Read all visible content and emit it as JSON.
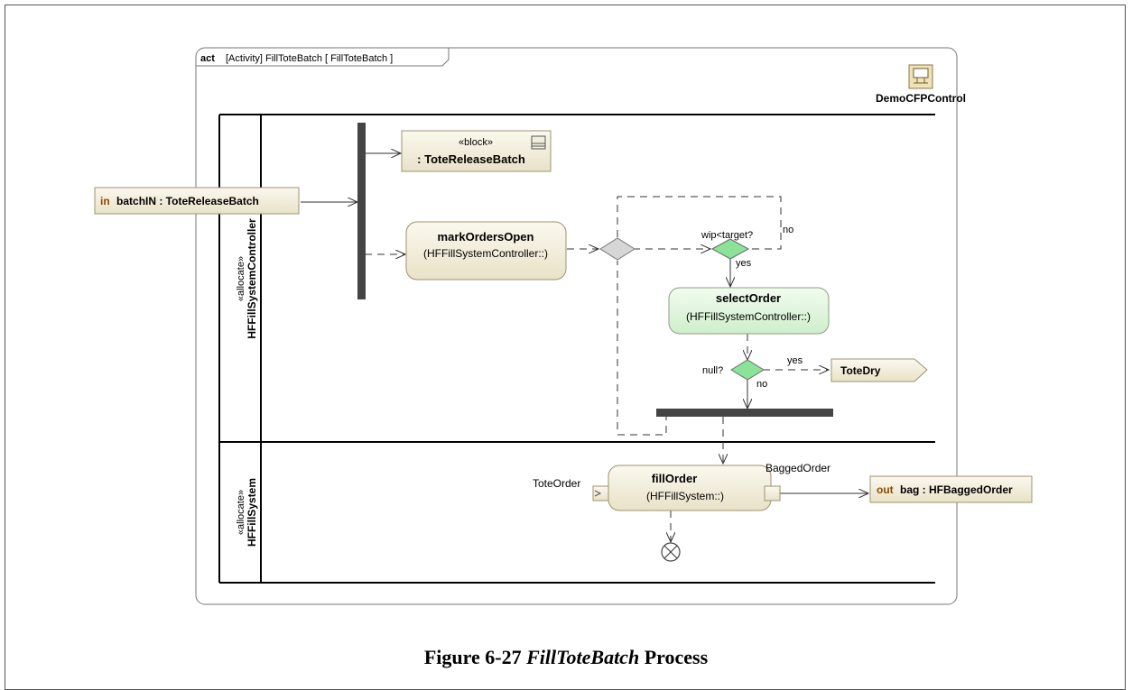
{
  "frame": {
    "keyword": "act",
    "header_rest": "[Activity] FillToteBatch [ FillToteBatch ]",
    "context_label": "DemoCFPControl"
  },
  "partitions": [
    {
      "stereotype": "«allocate»",
      "name": "HFFillSystemController"
    },
    {
      "stereotype": "«allocate»",
      "name": "HFFillSystem"
    }
  ],
  "pins": {
    "batch_in": {
      "direction": "in",
      "label": "batchIN : ToteReleaseBatch"
    },
    "bag_out": {
      "direction": "out",
      "label": "bag : HFBaggedOrder"
    }
  },
  "nodes": {
    "tote_release_batch": {
      "stereotype": "«block»",
      "name": ": ToteReleaseBatch"
    },
    "mark_orders_open": {
      "name": "markOrdersOpen",
      "owner": "(HFFillSystemController::)"
    },
    "select_order": {
      "name": "selectOrder",
      "owner": "(HFFillSystemController::)"
    },
    "fill_order": {
      "name": "fillOrder",
      "owner": "(HFFillSystem::)"
    },
    "tote_dry": {
      "name": "ToteDry"
    }
  },
  "guards": {
    "wip_target": "wip<target?",
    "no_1": "no",
    "yes_1": "yes",
    "null_q": "null?",
    "yes_2": "yes",
    "no_2": "no"
  },
  "pin_labels": {
    "tote_order": "ToteOrder",
    "bagged_order": "BaggedOrder"
  },
  "caption": {
    "prefix": "Figure 6-27 ",
    "italic": "FillToteBatch",
    "suffix": " Process"
  },
  "colors": {
    "action_fill": "#f3eedc",
    "action_fill_green": "#dff5dc",
    "decision_green": "#8be39a",
    "decision_gray": "#d6d6d6",
    "keyword_brown": "#8b4b00",
    "bar": "#444444"
  }
}
